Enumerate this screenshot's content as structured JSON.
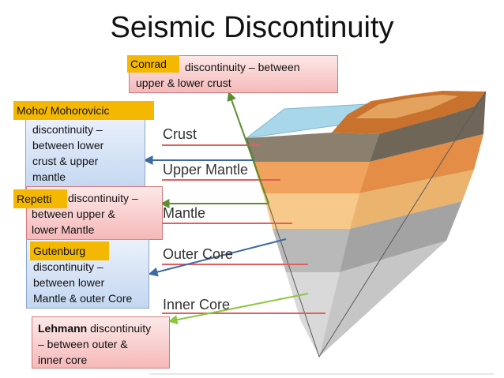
{
  "title": "Seismic Discontinuity",
  "layers": {
    "crust": "Crust",
    "upper_mantle": "Upper Mantle",
    "mantle": "Mantle",
    "outer_core": "Outer Core",
    "inner_core": "Inner Core"
  },
  "callouts": {
    "conrad": {
      "name": "Conrad",
      "text1": "discontinuity – between",
      "text2": "upper & lower crust"
    },
    "moho": {
      "name": "Moho/ Mohorovicic",
      "lines": [
        "discontinuity –",
        "between lower",
        "crust & upper",
        "mantle"
      ]
    },
    "repetti": {
      "name": "Repetti",
      "text1": "discontinuity –",
      "text2": "between upper &",
      "text3": "lower Mantle"
    },
    "gutenburg": {
      "name": "Gutenburg",
      "lines": [
        "discontinuity –",
        "between lower",
        "Mantle & outer Core"
      ]
    },
    "lehmann": {
      "name": "Lehmann",
      "text1": " discontinuity",
      "text2": "– between outer &",
      "text3": "inner core"
    }
  },
  "colors": {
    "callout_pink": "#f5b9b9",
    "callout_blue": "#c4d7f1",
    "tag_yellow": "#f5b800",
    "arrow_green": "#5a8f2e",
    "arrow_blue": "#3c6aa3",
    "arrow_light_green": "#8cc63f"
  }
}
